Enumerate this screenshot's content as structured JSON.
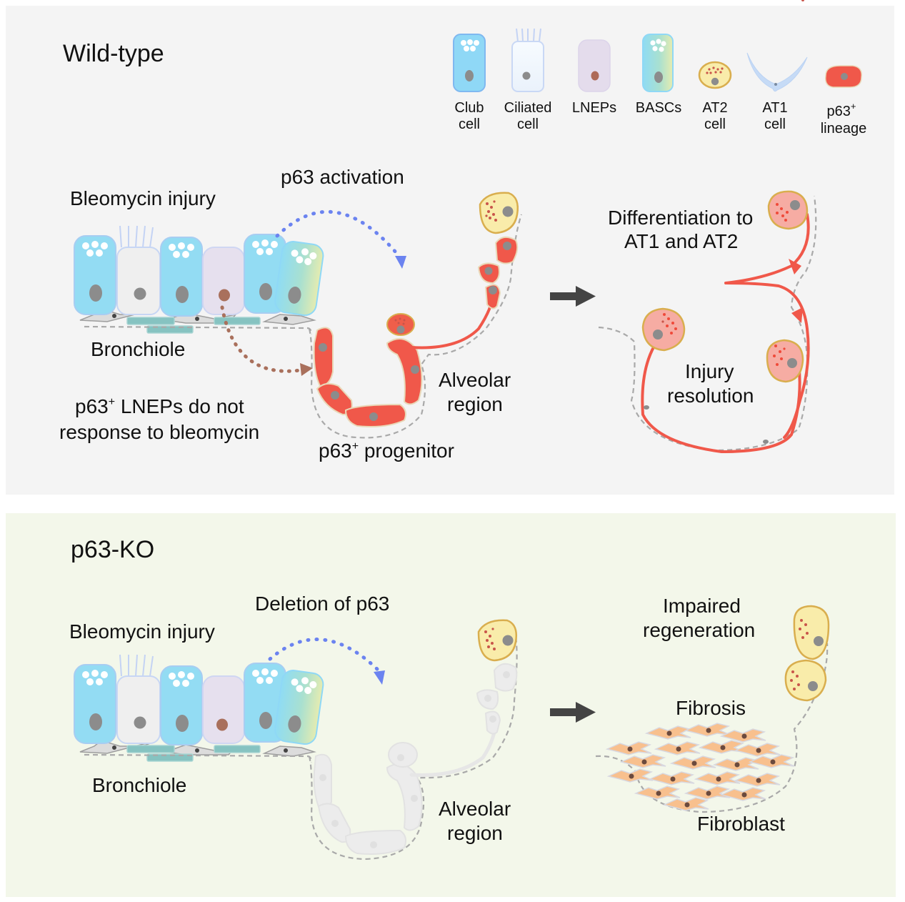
{
  "figure": {
    "legend": {
      "items": [
        {
          "icon": "club-cell-icon",
          "label_line1": "Club",
          "label_line2": "cell"
        },
        {
          "icon": "ciliated-cell-icon",
          "label_line1": "Ciliated",
          "label_line2": "cell"
        },
        {
          "icon": "lnep-cell-icon",
          "label_line1": "LNEPs",
          "label_line2": ""
        },
        {
          "icon": "basc-cell-icon",
          "label_line1": "BASCs",
          "label_line2": ""
        },
        {
          "icon": "at2-cell-icon",
          "label_line1": "AT2",
          "label_line2": "cell"
        },
        {
          "icon": "at1-cell-icon",
          "label_line1": "AT1",
          "label_line2": "cell"
        },
        {
          "icon": "p63-lineage-cell-icon",
          "label_line1": "p63",
          "label_sup": "+",
          "label_line2": "lineage"
        }
      ]
    },
    "wild_type": {
      "title": "Wild-type",
      "injury_label": "Bleomycin injury",
      "activation_label": "p63 activation",
      "bronchiole_label": "Bronchiole",
      "lnep_note_line1_main": "p63",
      "lnep_note_line1_sup": "+",
      "lnep_note_line1_rest": " LNEPs do not",
      "lnep_note_line2": "response to bleomycin",
      "alveolar_line1": "Alveolar",
      "alveolar_line2": "region",
      "progenitor_main": "p63",
      "progenitor_sup": "+",
      "progenitor_rest": " progenitor",
      "differentiation_line1": "Differentiation to",
      "differentiation_line2": "AT1 and AT2",
      "resolution_line1": "Injury",
      "resolution_line2": "resolution"
    },
    "p63_ko": {
      "title": "p63-KO",
      "injury_label": "Bleomycin injury",
      "deletion_label": "Deletion of p63",
      "bronchiole_label": "Bronchiole",
      "alveolar_line1": "Alveolar",
      "alveolar_line2": "region",
      "impaired_line1": "Impaired",
      "impaired_line2": "regeneration",
      "fibrosis_label": "Fibrosis",
      "fibroblast_label": "Fibroblast"
    },
    "colors": {
      "wild_type_panel": "#f4f4f4",
      "ko_panel": "#f3f7ea",
      "p63_lineage": "#f0584a",
      "activation_arrow": "#6b83f0",
      "lnep_arrow": "#a9705c",
      "club_cell": "#93dcf3",
      "at2_cell": "#f9ecaa",
      "fibroblast": "#f8c08e"
    }
  }
}
